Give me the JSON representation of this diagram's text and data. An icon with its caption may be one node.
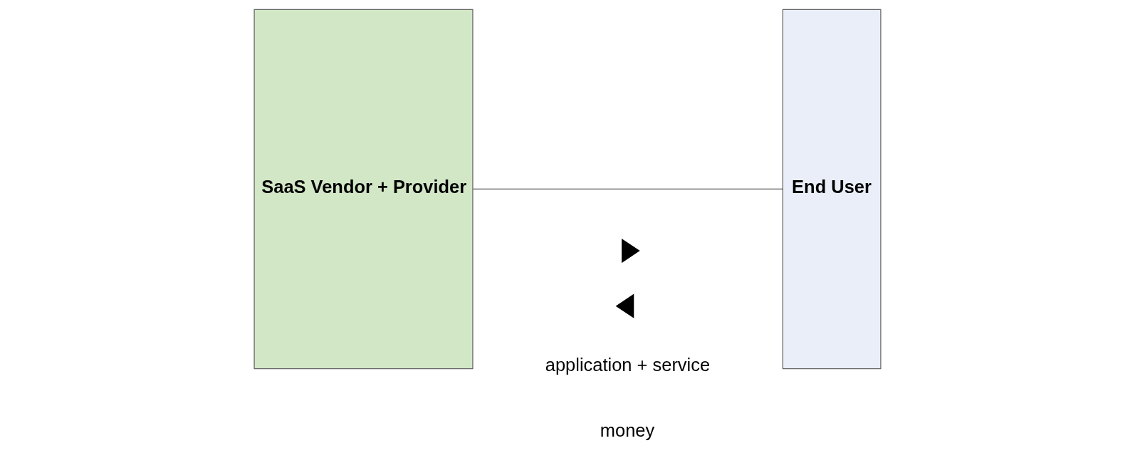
{
  "diagram": {
    "nodes": [
      {
        "text": [
          "SaaS Vendor + Provider"
        ]
      },
      {
        "text": [
          "End User"
        ]
      },
      {
        "text": [],
        "shape": "triangle"
      },
      {
        "text": [],
        "shape": "triangle"
      }
    ],
    "edges": [
      {
        "from": 0,
        "to": 1,
        "arrow": "none"
      }
    ],
    "labels": [
      "application + service",
      "money"
    ]
  }
}
